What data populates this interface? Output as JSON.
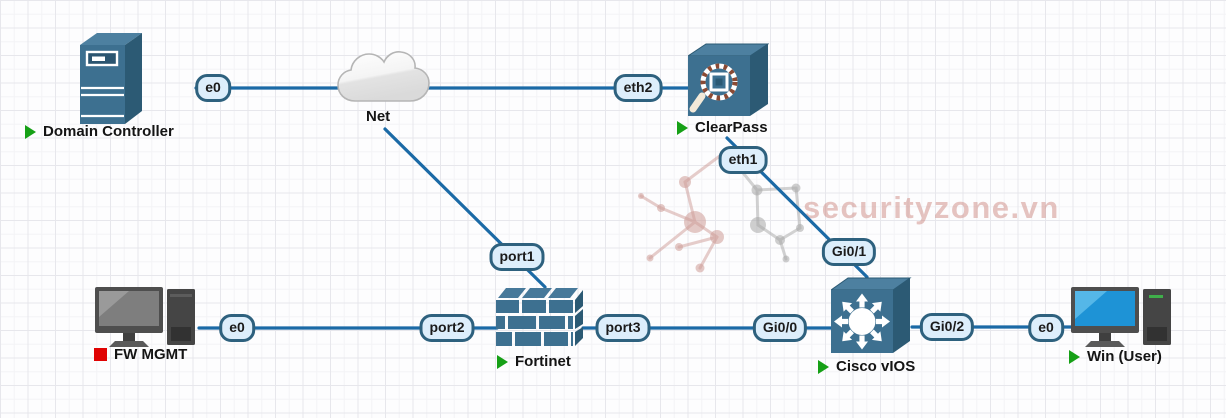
{
  "app": "GNS3 topology canvas",
  "watermark": {
    "text": "securityzone.vn",
    "color": "#c97f77"
  },
  "colors": {
    "link": "#1b6aa6",
    "node_face": "#3d7090",
    "node_side": "#2c5a74",
    "node_top": "#4d80a0",
    "port_fill": "#ddeefb",
    "port_border": "#2e617e",
    "status_running": "#16a016",
    "status_stopped": "#e00303"
  },
  "nodes": [
    {
      "id": "domain-controller",
      "label": "Domain Controller",
      "type": "server",
      "status": "running"
    },
    {
      "id": "net",
      "label": "Net",
      "type": "cloud",
      "status": "none"
    },
    {
      "id": "clearpass",
      "label": "ClearPass",
      "type": "appliance",
      "status": "running"
    },
    {
      "id": "fw-mgmt",
      "label": "FW MGMT",
      "type": "pc",
      "status": "stopped"
    },
    {
      "id": "fortinet",
      "label": "Fortinet",
      "type": "firewall",
      "status": "running"
    },
    {
      "id": "cisco-vios",
      "label": "Cisco vIOS",
      "type": "router",
      "status": "running"
    },
    {
      "id": "win-user",
      "label": "Win (User)",
      "type": "pc",
      "status": "running"
    }
  ],
  "ports": [
    {
      "label": "e0",
      "node": "domain-controller"
    },
    {
      "label": "eth2",
      "node": "clearpass"
    },
    {
      "label": "eth1",
      "node": "clearpass"
    },
    {
      "label": "port1",
      "node": "fortinet"
    },
    {
      "label": "e0",
      "node": "fw-mgmt"
    },
    {
      "label": "port2",
      "node": "fortinet"
    },
    {
      "label": "port3",
      "node": "fortinet"
    },
    {
      "label": "Gi0/0",
      "node": "cisco-vios"
    },
    {
      "label": "Gi0/1",
      "node": "cisco-vios"
    },
    {
      "label": "Gi0/2",
      "node": "cisco-vios"
    },
    {
      "label": "e0",
      "node": "win-user"
    }
  ],
  "links": [
    {
      "a": "Domain Controller e0",
      "b": "Net"
    },
    {
      "a": "Net",
      "b": "ClearPass eth2"
    },
    {
      "a": "Net",
      "b": "Fortinet port1"
    },
    {
      "a": "ClearPass eth1",
      "b": "Cisco vIOS Gi0/1"
    },
    {
      "a": "FW MGMT e0",
      "b": "Fortinet port2"
    },
    {
      "a": "Fortinet port3",
      "b": "Cisco vIOS Gi0/0"
    },
    {
      "a": "Cisco vIOS Gi0/2",
      "b": "Win (User) e0"
    }
  ]
}
